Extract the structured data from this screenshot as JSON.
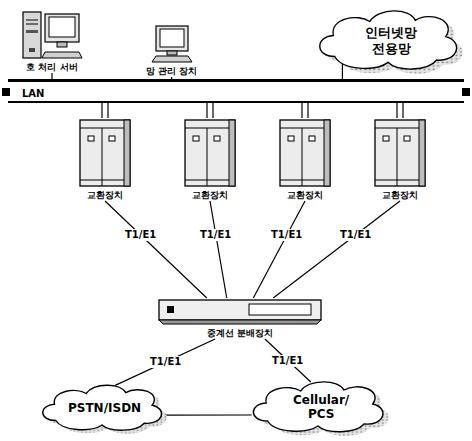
{
  "diagram": {
    "nodes": [
      {
        "text": [
          "호 처리 서버"
        ]
      },
      {
        "text": [
          "망 관리 장치"
        ]
      },
      {
        "text": [
          "인터넷망 전용망"
        ]
      },
      {
        "text": [
          "LAN"
        ]
      },
      {
        "text": [
          "교환장치"
        ]
      },
      {
        "text": [
          "교환장치"
        ]
      },
      {
        "text": [
          "교환장치"
        ]
      },
      {
        "text": [
          "교환장치"
        ]
      },
      {
        "text": [
          "중계선 분배장치"
        ]
      },
      {
        "text": [
          "PSTN/ISDN"
        ]
      },
      {
        "text": [
          "Cellular/ PCS"
        ]
      }
    ],
    "edges": [
      {
        "from": 0,
        "to": 3,
        "arrow": "none"
      },
      {
        "from": 1,
        "to": 3,
        "arrow": "none"
      },
      {
        "from": 2,
        "to": 3,
        "arrow": "none"
      },
      {
        "from": 3,
        "to": 4,
        "arrow": "none"
      },
      {
        "from": 3,
        "to": 5,
        "arrow": "none"
      },
      {
        "from": 3,
        "to": 6,
        "arrow": "none"
      },
      {
        "from": 3,
        "to": 7,
        "arrow": "none"
      },
      {
        "from": 4,
        "to": 8,
        "label": "T1/E1",
        "arrow": "none"
      },
      {
        "from": 5,
        "to": 8,
        "label": "T1/E1",
        "arrow": "none"
      },
      {
        "from": 6,
        "to": 8,
        "label": "T1/E1",
        "arrow": "none"
      },
      {
        "from": 7,
        "to": 8,
        "label": "T1/E1",
        "arrow": "none"
      },
      {
        "from": 8,
        "to": 9,
        "label": "T1/E1",
        "arrow": "none"
      },
      {
        "from": 8,
        "to": 10,
        "label": "T1/E1",
        "arrow": "none"
      },
      {
        "from": 9,
        "to": 10,
        "arrow": "none"
      }
    ]
  }
}
